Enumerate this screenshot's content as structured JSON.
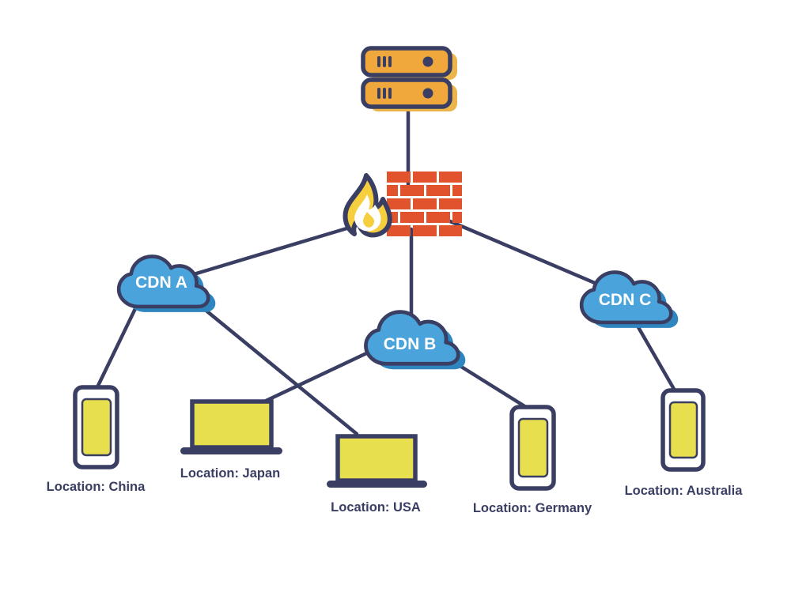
{
  "diagram_type": "cdn-network-topology",
  "colors": {
    "outline_navy": "#3A3E63",
    "cloud_blue": "#4AA3DB",
    "cloud_shadow_blue": "#2F86BF",
    "server_orange": "#F0A73C",
    "server_shadow_gold": "#EBB54B",
    "brick_orange": "#E1532C",
    "flame_yellow": "#F6CF3F",
    "screen_yellow": "#E7DF4D",
    "label_navy": "#3A3E63",
    "background": "#FFFFFF"
  },
  "icons": {
    "server": "server-icon",
    "firewall": "firewall-icon",
    "cdn": "cloud-icon",
    "phone": "smartphone-icon",
    "laptop": "laptop-icon"
  },
  "nodes": {
    "cdn_a": {
      "label": "CDN A",
      "type": "cloud"
    },
    "cdn_b": {
      "label": "CDN B",
      "type": "cloud"
    },
    "cdn_c": {
      "label": "CDN C",
      "type": "cloud"
    },
    "china": {
      "label": "Location: China",
      "device": "phone"
    },
    "japan": {
      "label": "Location: Japan",
      "device": "laptop"
    },
    "usa": {
      "label": "Location: USA",
      "device": "laptop"
    },
    "germany": {
      "label": "Location: Germany",
      "device": "phone"
    },
    "australia": {
      "label": "Location: Australia",
      "device": "phone"
    }
  },
  "edges": [
    {
      "from": "server",
      "to": "firewall"
    },
    {
      "from": "firewall",
      "to": "cdn_a"
    },
    {
      "from": "firewall",
      "to": "cdn_b"
    },
    {
      "from": "firewall",
      "to": "cdn_c"
    },
    {
      "from": "cdn_a",
      "to": "china"
    },
    {
      "from": "cdn_a",
      "to": "usa"
    },
    {
      "from": "cdn_b",
      "to": "japan"
    },
    {
      "from": "cdn_b",
      "to": "germany"
    },
    {
      "from": "cdn_c",
      "to": "australia"
    }
  ]
}
